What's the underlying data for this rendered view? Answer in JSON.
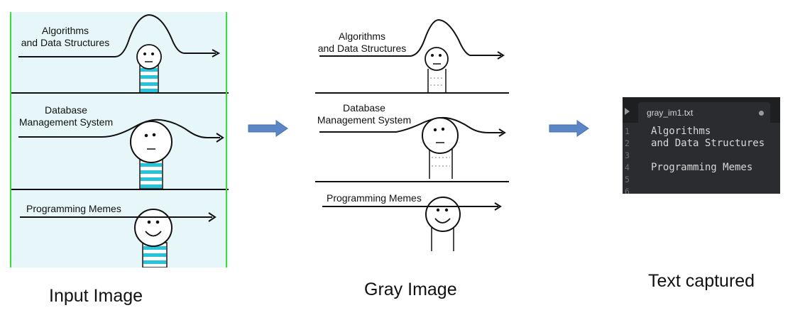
{
  "input_panel": {
    "rows": [
      {
        "text_line1": "Algorithms",
        "text_line2": "and Data Structures"
      },
      {
        "text_line1": "Database",
        "text_line2": "Management System"
      },
      {
        "text_line1": "Programming Memes",
        "text_line2": ""
      }
    ],
    "caption": "Input Image",
    "colors": {
      "background": "#e6f6f9",
      "border": "#3ddc3d",
      "stripe": "#29c3d9"
    }
  },
  "gray_panel": {
    "rows": [
      {
        "text_line1": "Algorithms",
        "text_line2": "and Data Structures"
      },
      {
        "text_line1": "Database",
        "text_line2": "Management System"
      },
      {
        "text_line1": "Programming Memes",
        "text_line2": ""
      }
    ],
    "caption": "Gray Image"
  },
  "editor": {
    "tab_title": "gray_im1.txt",
    "line_numbers": [
      "1",
      "2",
      "3",
      "4",
      "5",
      "6"
    ],
    "lines": [
      "Algorithms",
      "and Data Structures",
      "",
      "Programming Memes",
      "",
      ""
    ],
    "caption": "Text captured",
    "colors": {
      "background": "#2a2c2f",
      "tabbar": "#1d1f21",
      "text": "#d8d8d8"
    }
  },
  "flow_arrow_color": "#5b86c5"
}
